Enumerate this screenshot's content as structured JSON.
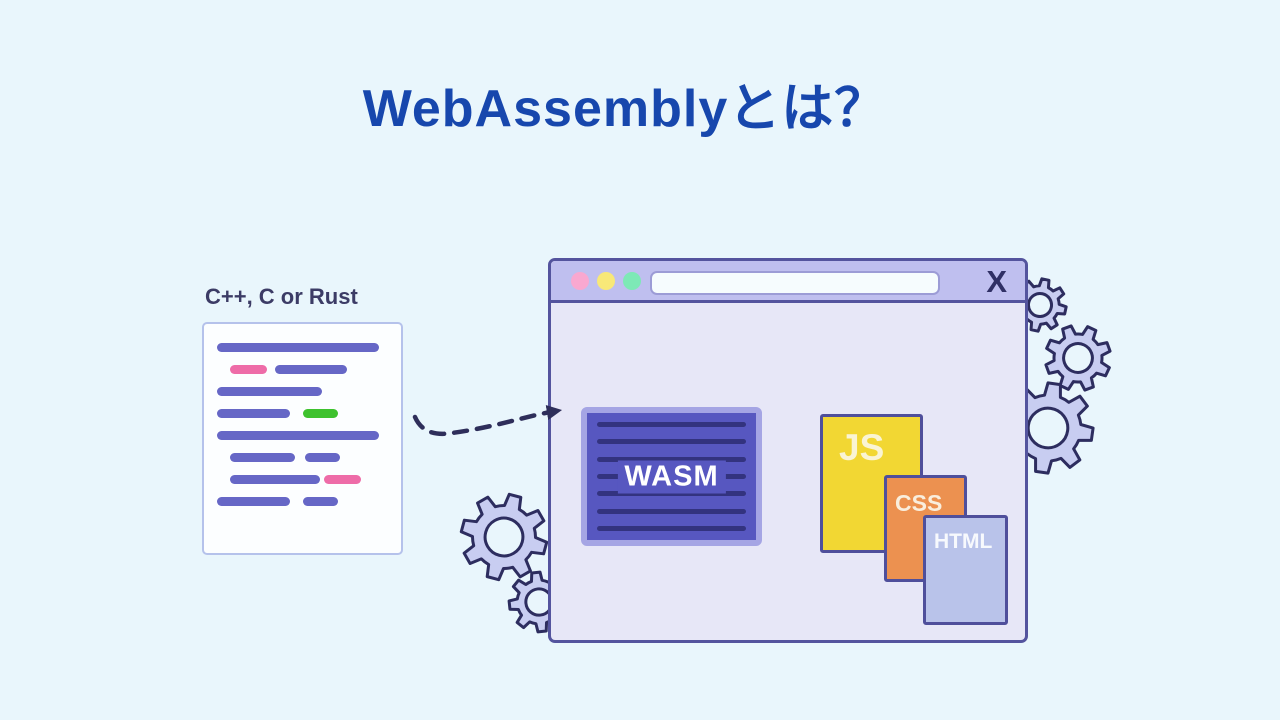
{
  "title": "WebAssemblyとは？",
  "source_card": {
    "label": "C++, C or Rust",
    "code_lines": [
      [
        {
          "c": "purple",
          "w": 162,
          "i": 0
        }
      ],
      [
        {
          "c": "pink",
          "w": 37,
          "i": 13
        },
        {
          "c": "purple",
          "w": 72,
          "i": 8
        }
      ],
      [
        {
          "c": "purple",
          "w": 105,
          "i": 0
        }
      ],
      [
        {
          "c": "purple",
          "w": 73,
          "i": 0
        },
        {
          "c": "green",
          "w": 35,
          "i": 13
        }
      ],
      [
        {
          "c": "purple",
          "w": 162,
          "i": 0
        }
      ],
      [
        {
          "c": "purple",
          "w": 65,
          "i": 13
        },
        {
          "c": "purple",
          "w": 35,
          "i": 10
        }
      ],
      [
        {
          "c": "purple",
          "w": 90,
          "i": 13
        },
        {
          "c": "pink",
          "w": 37,
          "i": 4
        }
      ],
      [
        {
          "c": "purple",
          "w": 73,
          "i": 0
        },
        {
          "c": "purple",
          "w": 35,
          "i": 13
        }
      ]
    ]
  },
  "browser_window": {
    "close_button_label": "X",
    "address_bar_value": "",
    "wasm_box_label": "WASM",
    "tech_cards": [
      {
        "label": "JS"
      },
      {
        "label": "CSS"
      },
      {
        "label": "HTML"
      }
    ]
  },
  "decorations": {
    "gear_count": 5,
    "arrow_style": "dashed-curve"
  },
  "colors": {
    "background": "#e9f6fc",
    "title_text": "#1747ad",
    "window_chrome": "#bfbfef",
    "window_border": "#54549e",
    "window_body": "#e7e7f7",
    "traffic_light_pink": "#f9a8d0",
    "traffic_light_yellow": "#f8e878",
    "traffic_light_green": "#7de9b6",
    "wasm_fill": "#5757c0",
    "wasm_frame": "#a5a5e4",
    "wasm_line": "#33337f",
    "js_card_fill": "#f2d733",
    "css_card_fill": "#ec9150",
    "html_card_fill": "#b9c3ea",
    "code_purple": "#6667c6",
    "code_pink": "#ee6ca8",
    "code_green": "#3ec22e",
    "gear_fill": "#c8cdf1",
    "gear_outline": "#2d2d5f",
    "arrow_color": "#2e2e5a"
  }
}
